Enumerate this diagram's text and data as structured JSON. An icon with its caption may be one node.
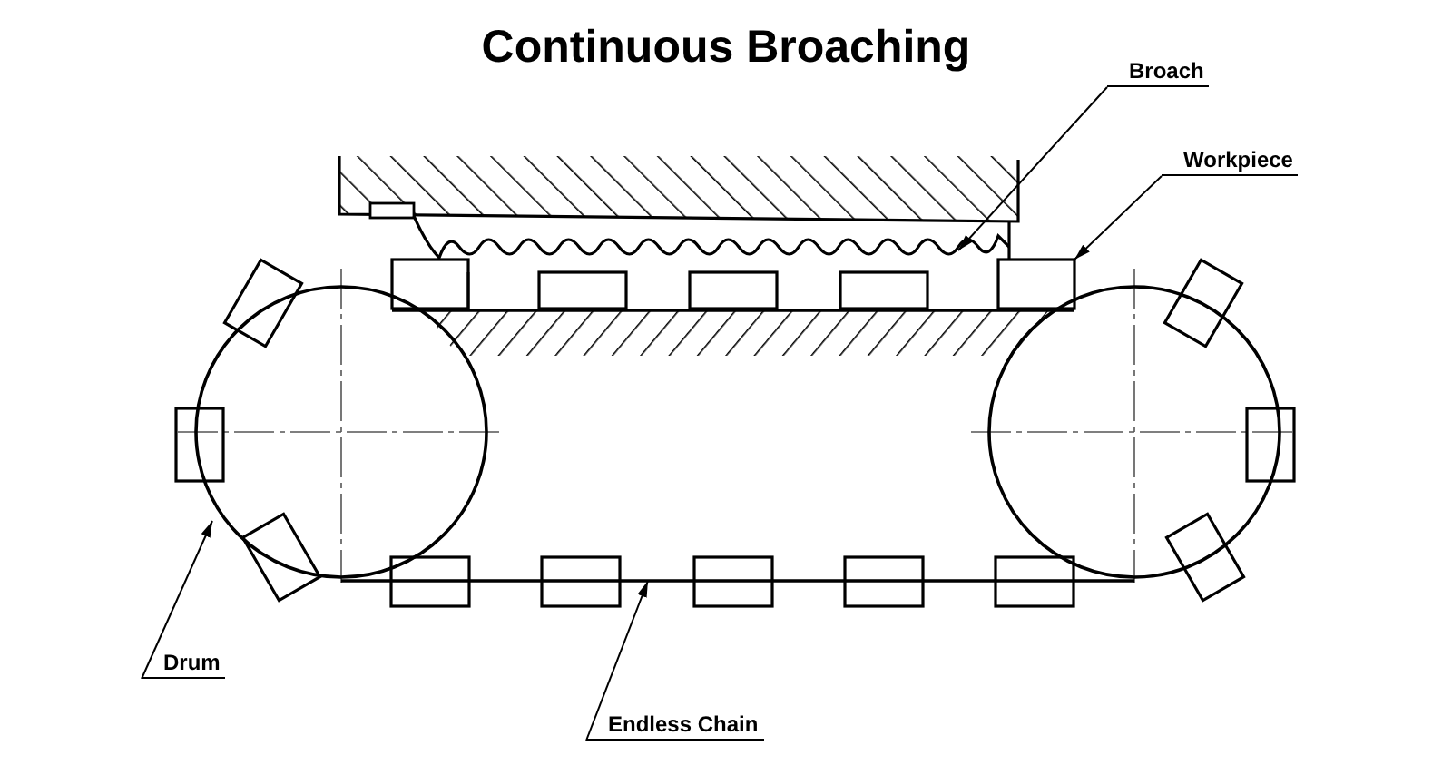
{
  "diagram": {
    "title": "Continuous Broaching",
    "nodes": [
      {
        "text": [
          "Broach"
        ]
      },
      {
        "text": [],
        "shape": "picture"
      },
      {
        "text": [
          "Workpiece"
        ]
      },
      {
        "text": [],
        "shape": "box"
      },
      {
        "text": [
          "Drum"
        ]
      },
      {
        "text": [],
        "shape": "circle"
      },
      {
        "text": [
          "Endless Chain"
        ]
      },
      {
        "text": [],
        "shape": "picture"
      }
    ],
    "edges": [
      {
        "from": 0,
        "to": 1,
        "arrow": "to"
      },
      {
        "from": 2,
        "to": 3,
        "arrow": "to"
      },
      {
        "from": 4,
        "to": 5,
        "arrow": "to"
      },
      {
        "from": 6,
        "to": 7,
        "arrow": "to"
      }
    ]
  }
}
